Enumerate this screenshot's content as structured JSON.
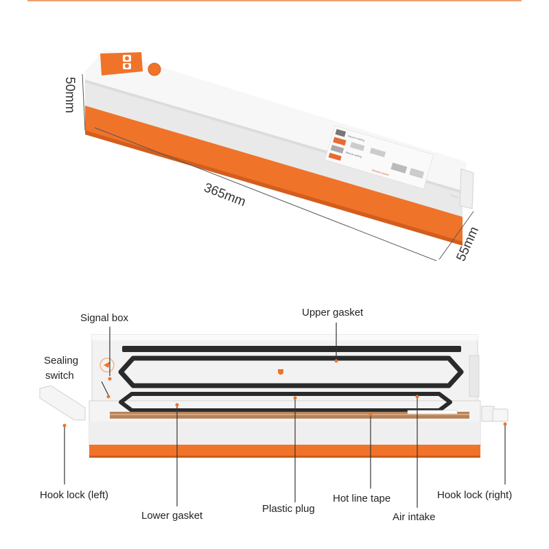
{
  "dimensions": {
    "height": "50mm",
    "length": "365mm",
    "width": "55mm"
  },
  "parts": {
    "signal_box": "Signal box",
    "upper_gasket": "Upper gasket",
    "sealing_switch_line1": "Sealing",
    "sealing_switch_line2": "switch",
    "hook_lock_left": "Hook lock (left)",
    "lower_gasket": "Lower gasket",
    "plastic_plug": "Plastic plug",
    "hot_line_tape": "Hot line tape",
    "air_intake": "Air intake",
    "hook_lock_right": "Hook lock (right)"
  },
  "colors": {
    "accent": "#f0732a",
    "gasket": "#2a2a2a",
    "body": "#f3f3f3",
    "heat_strip": "#b7845a"
  },
  "icons": [
    "power-button-icon",
    "indicator-light-icon"
  ]
}
